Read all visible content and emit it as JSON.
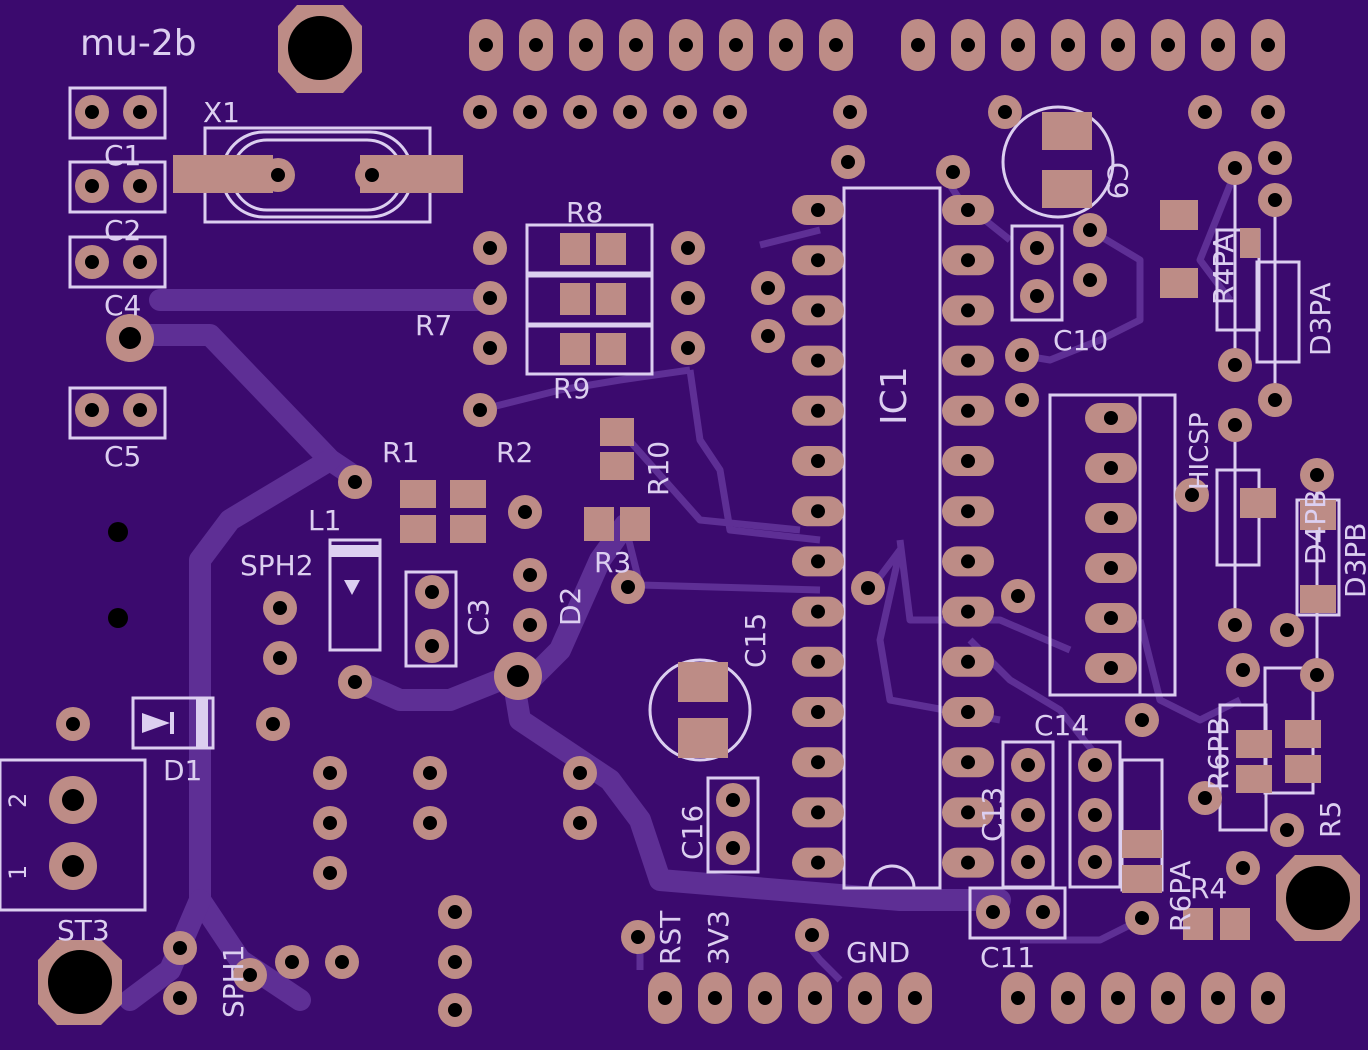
{
  "colors": {
    "board": "#3b0a6e",
    "trace": "#5e2f95",
    "copper": "#bd8c86",
    "silk": "#dccff0",
    "hole": "#000000"
  },
  "board_name": "mu-2b",
  "labels": {
    "x1": "X1",
    "c1": "C1",
    "c2": "C2",
    "c4": "C4",
    "c5": "C5",
    "r8": "R8",
    "r7": "R7",
    "r9": "R9",
    "r1": "R1",
    "r2": "R2",
    "r10": "R10",
    "r3": "R3",
    "d2": "D2",
    "c3": "C3",
    "l1": "L1",
    "sph2": "SPH2",
    "d1": "D1",
    "st3": "ST3",
    "sph1": "SPH1",
    "c15": "C15",
    "c16": "C16",
    "rst": "RST",
    "v3": "3V3",
    "gnd": "GND",
    "ic1": "IC1",
    "c9": "C9",
    "c10": "C10",
    "hicsp": "HICSP",
    "c14": "C14",
    "c13": "C13",
    "c11": "C11",
    "r4pa": "R4PA",
    "d3pa": "D3PA",
    "d4pb": "D4PB",
    "d3pb": "D3PB",
    "r6pb": "R6PB",
    "r5": "R5",
    "r6pa": "R6PA",
    "r4": "R4",
    "st3_pin1": "1",
    "st3_pin2": "2"
  }
}
